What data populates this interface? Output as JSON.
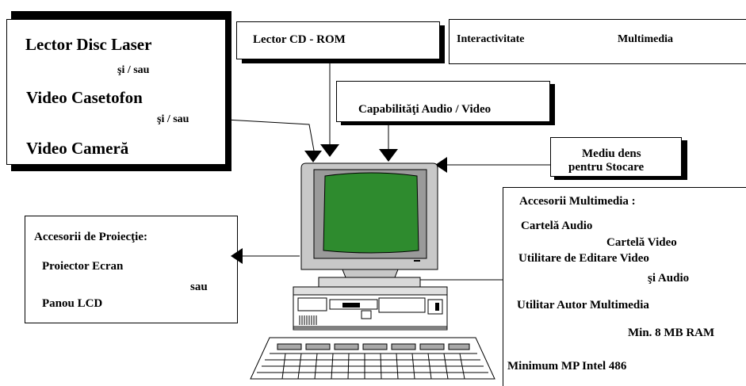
{
  "left_sources": {
    "line1": "Lector Disc Laser",
    "or1": "şi / sau",
    "line2": "Video Casetofon",
    "or2": "şi / sau",
    "line3": "Video Cameră"
  },
  "cdrom": {
    "label": "Lector CD - ROM"
  },
  "interactivity": {
    "word1": "Interactivitate",
    "word2": "Multimedia"
  },
  "av": {
    "label": "Capabilităţi Audio / Video"
  },
  "storage": {
    "line1": "Mediu dens",
    "line2": "pentru Stocare"
  },
  "projection": {
    "title": "Accesorii de Proiecţie:",
    "item1": "Proiector Ecran",
    "or": "sau",
    "item2": "Panou LCD"
  },
  "accessories": {
    "title": "Accesorii Multimedia :",
    "items": [
      "Cartelă Audio",
      "Cartelă Video",
      "Utilitare de Editare Video",
      "şi Audio",
      "Utilitar Autor Multimedia",
      "Min. 8 MB RAM",
      "Minimum MP Intel 486"
    ]
  },
  "colors": {
    "screen": "#2e8b2e",
    "monitor": "#c8c8c8",
    "ink": "#000000"
  }
}
